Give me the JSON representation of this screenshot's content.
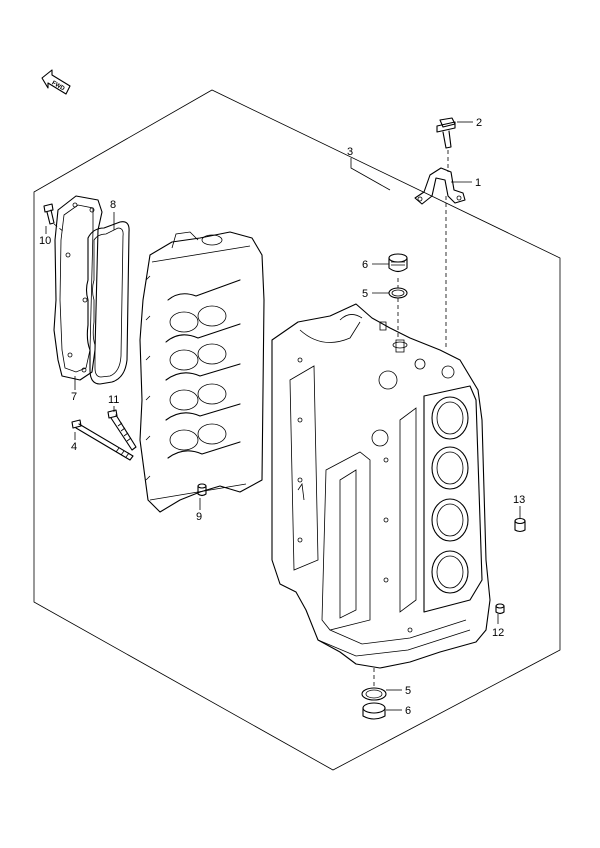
{
  "diagram": {
    "direction_marker": "FWD",
    "callouts": [
      {
        "id": "c1",
        "label": "1"
      },
      {
        "id": "c2",
        "label": "2"
      },
      {
        "id": "c3",
        "label": "3"
      },
      {
        "id": "c4",
        "label": "4"
      },
      {
        "id": "c5a",
        "label": "5"
      },
      {
        "id": "c5b",
        "label": "5"
      },
      {
        "id": "c6a",
        "label": "6"
      },
      {
        "id": "c6b",
        "label": "6"
      },
      {
        "id": "c7",
        "label": "7"
      },
      {
        "id": "c8",
        "label": "8"
      },
      {
        "id": "c9",
        "label": "9"
      },
      {
        "id": "c10",
        "label": "10"
      },
      {
        "id": "c11",
        "label": "11"
      },
      {
        "id": "c12",
        "label": "12"
      },
      {
        "id": "c13",
        "label": "13"
      }
    ]
  }
}
